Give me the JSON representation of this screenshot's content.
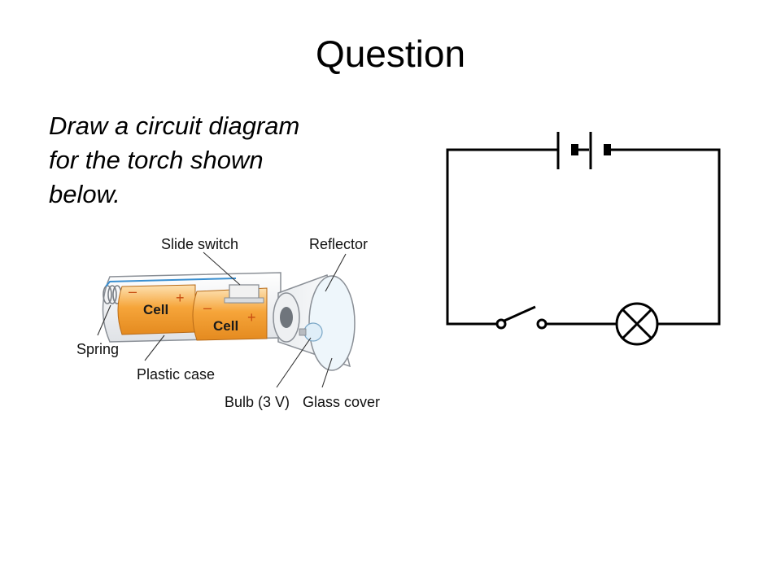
{
  "slide": {
    "title": "Question",
    "question_lines": [
      "Draw a circuit diagram",
      "for the torch shown",
      "below."
    ]
  },
  "torch": {
    "labels": {
      "slide_switch": "Slide switch",
      "reflector": "Reflector",
      "spring": "Spring",
      "plastic_case": "Plastic case",
      "bulb": "Bulb (3 V)",
      "glass_cover": "Glass cover",
      "cell_1": "Cell",
      "cell_2": "Cell"
    },
    "colors": {
      "cell_fill": "#f6a53a",
      "cell_highlight": "#fde2b4",
      "case_fill": "#f3f4f6",
      "wire": "#3a8fd0",
      "bulb_glow": "#dfeef8"
    }
  },
  "circuit": {
    "components": [
      "cell",
      "cell",
      "switch (open)",
      "lamp"
    ],
    "colors": {
      "wire": "#000000"
    }
  }
}
